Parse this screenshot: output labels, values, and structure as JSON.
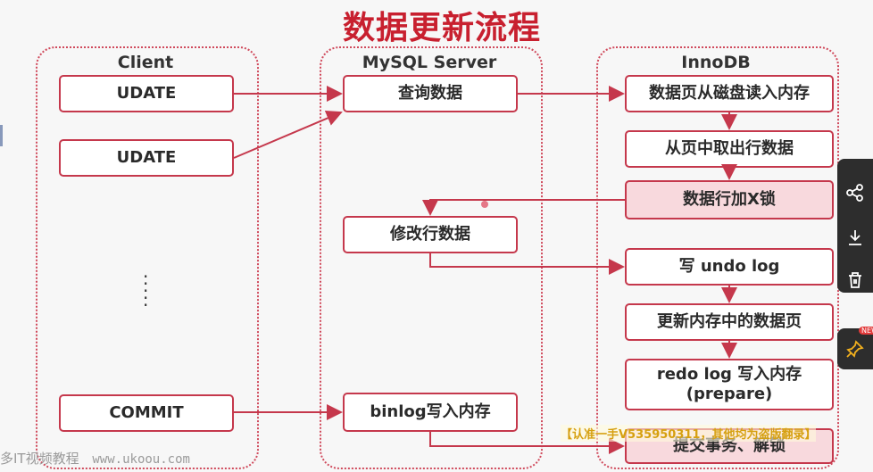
{
  "title": "数据更新流程",
  "lanes": {
    "client": "Client",
    "mysql": "MySQL Server",
    "innodb": "InnoDB"
  },
  "client_steps": [
    "UDATE",
    "UDATE",
    "COMMIT"
  ],
  "mysql_steps": [
    "查询数据",
    "修改行数据",
    "binlog写入内存"
  ],
  "innodb_steps": [
    "数据页从磁盘读入内存",
    "从页中取出行数据",
    "数据行加X锁",
    "写 undo log",
    "更新内存中的数据页",
    "redo log 写入内存\n(prepare)",
    "提交事务、解锁"
  ],
  "watermarks": {
    "left_text": "多IT视频教程",
    "left_url": "www.ukoou.com",
    "strip": "【认准一手V535950311，其他均为盗版翻录】"
  },
  "side_icons": [
    "share-icon",
    "download-icon",
    "delete-icon",
    "pin-icon"
  ],
  "badge": "NEW",
  "colors": {
    "accent": "#c5384c",
    "title": "#c8202f",
    "highlight": "#f8d9dd"
  }
}
